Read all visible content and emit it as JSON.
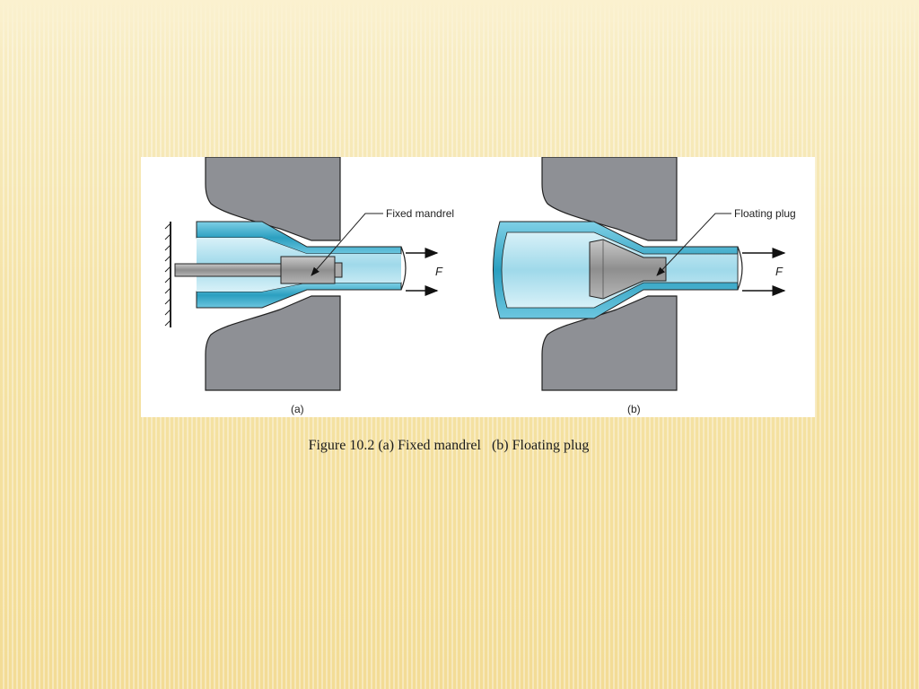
{
  "diagram": {
    "panel_a": {
      "callout": "Fixed mandrel",
      "force": "F",
      "sublabel": "(a)"
    },
    "panel_b": {
      "callout": "Floating plug",
      "force": "F",
      "sublabel": "(b)"
    },
    "colors": {
      "die": "#8e9095",
      "tube": "#2fa9c8",
      "tube_light": "#9ad8ea",
      "mandrel": "#9a9a9a",
      "outline": "#222222"
    }
  },
  "caption": "Figure 10.2 (a) Fixed mandrel   (b) Floating plug"
}
